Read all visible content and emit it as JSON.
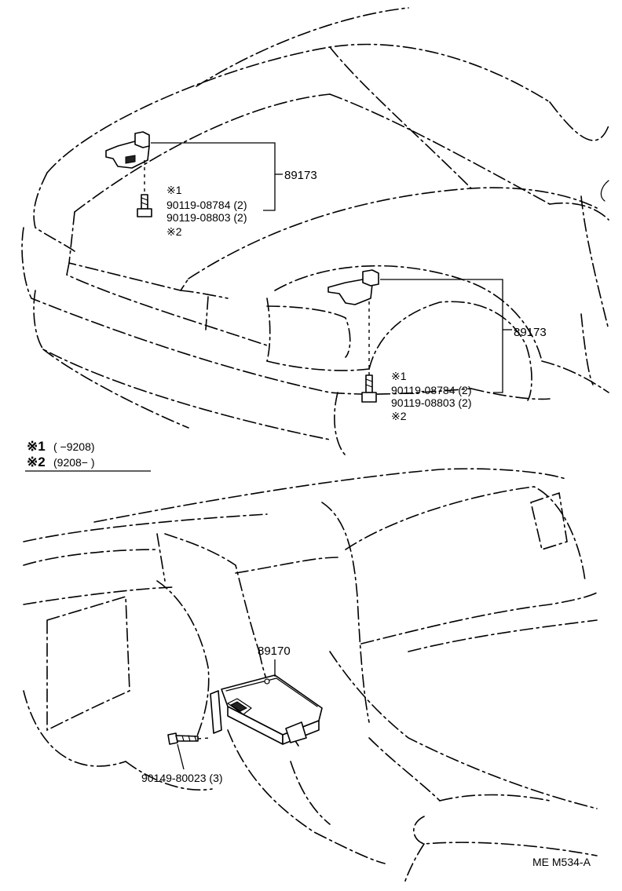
{
  "diagram": {
    "upper_left_sensor": {
      "part_number": "89173",
      "note1_mark": "※1",
      "bolt_1": "90119-08784 (2)",
      "bolt_2": "90119-08803 (2)",
      "note2_mark": "※2"
    },
    "upper_right_sensor": {
      "part_number": "89173",
      "note1_mark": "※1",
      "bolt_1": "90119-08784 (2)",
      "bolt_2": "90119-08803 (2)",
      "note2_mark": "※2"
    },
    "legend": {
      "row1_mark": "※1",
      "row1_range": "(        −9208)",
      "row2_mark": "※2",
      "row2_range": "(9208−        )"
    },
    "computer": {
      "part_number": "89170",
      "bolt": "90149-80023 (3)"
    },
    "drawing_code": "ME M534-A"
  }
}
